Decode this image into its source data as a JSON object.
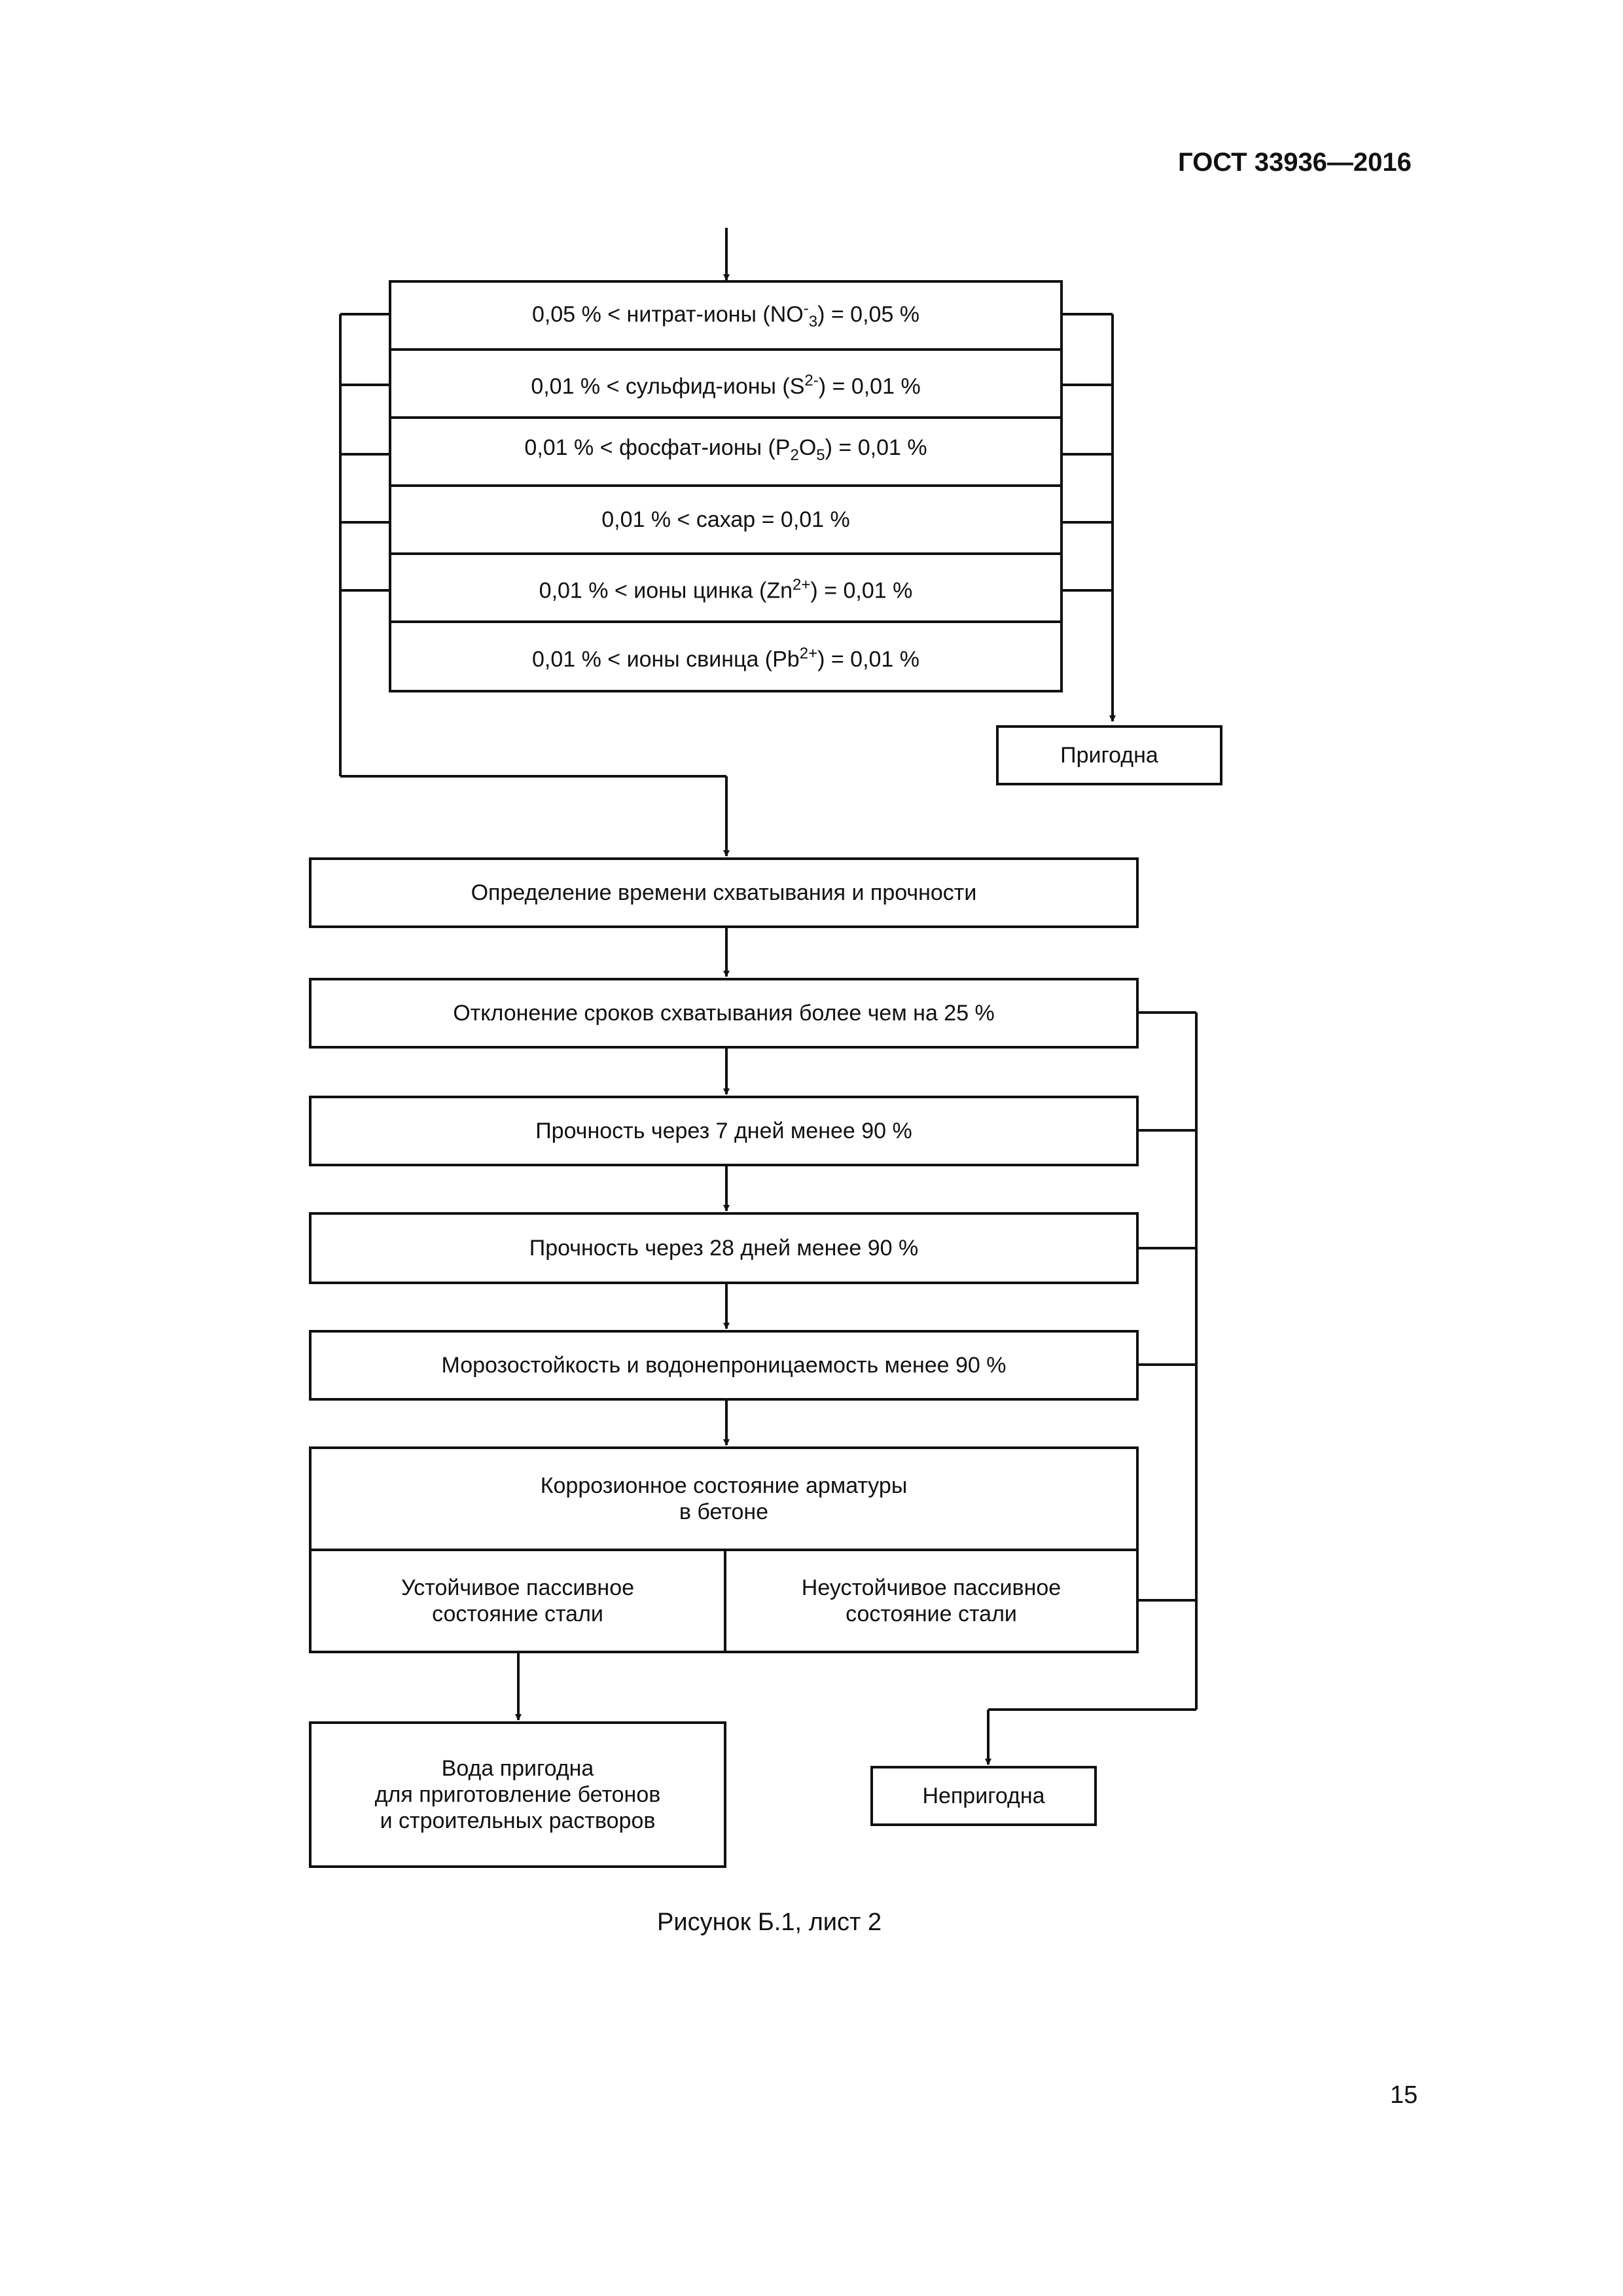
{
  "header": {
    "doc_id": "ГОСТ 33936—2016"
  },
  "checks": [
    {
      "prefix": "0,05 % < нитрат-ионы (NO",
      "sup": "-",
      "sub": "3",
      "sup2": "",
      "suffix": ") = 0,05 %"
    },
    {
      "prefix": "0,01 % < сульфид-ионы (S",
      "sup": "2-",
      "sub": "",
      "sup2": "",
      "suffix": ") = 0,01 %"
    },
    {
      "prefix": "0,01 % < фосфат-ионы (P",
      "sup": "",
      "sub": "2",
      "mid": "O",
      "sub2": "5",
      "suffix": ") = 0,01 %"
    },
    {
      "prefix": "0,01 % < сахар = 0,01 %",
      "sup": "",
      "sub": "",
      "suffix": ""
    },
    {
      "prefix": "0,01 % < ионы цинка (Zn",
      "sup": "2+",
      "sub": "",
      "suffix": ") = 0,01 %"
    },
    {
      "prefix": "0,01 % < ионы свинца (Pb",
      "sup": "2+",
      "sub": "",
      "suffix": ") = 0,01 %"
    }
  ],
  "suitable": "Пригодна",
  "steps": [
    "Определение времени схватывания и прочности",
    "Отклонение сроков схватывания более чем на 25 %",
    "Прочность через 7 дней менее 90 %",
    "Прочность через 28 дней менее 90 %",
    "Морозостойкость и водонепроницаемость менее 90 %"
  ],
  "corrosion": {
    "title_line1": "Коррозионное состояние арматуры",
    "title_line2": "в бетоне",
    "stable_line1": "Устойчивое пассивное",
    "stable_line2": "состояние стали",
    "unstable_line1": "Неустойчивое пассивное",
    "unstable_line2": "состояние стали"
  },
  "result_ok": {
    "line1": "Вода пригодна",
    "line2": "для приготовление бетонов",
    "line3": "и строительных растворов"
  },
  "unsuitable": "Непригодна",
  "caption": "Рисунок Б.1, лист 2",
  "page_number": "15"
}
